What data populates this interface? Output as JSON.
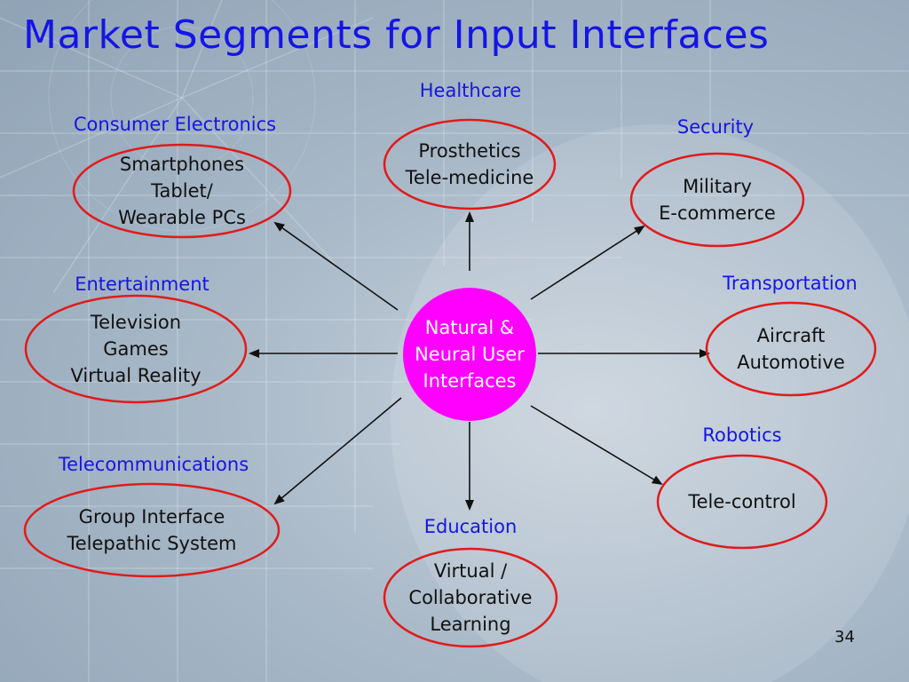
{
  "title": "Market Segments for Input Interfaces",
  "page_number": "34",
  "colors": {
    "title": "#1515e6",
    "category": "#1616e0",
    "ellipse_stroke": "#e01b1b",
    "hub_fill": "#ff00ff",
    "arrow": "#111111"
  },
  "center": {
    "lines": [
      "Natural &",
      "Neural User",
      "Interfaces"
    ]
  },
  "segments": [
    {
      "id": "consumer-electronics",
      "category": "Consumer Electronics",
      "items": [
        "Smartphones",
        "Tablet/",
        "Wearable PCs"
      ]
    },
    {
      "id": "healthcare",
      "category": "Healthcare",
      "items": [
        "Prosthetics",
        "Tele-medicine"
      ]
    },
    {
      "id": "security",
      "category": "Security",
      "items": [
        "Military",
        "E-commerce"
      ]
    },
    {
      "id": "entertainment",
      "category": "Entertainment",
      "items": [
        "Television",
        "Games",
        "Virtual Reality"
      ]
    },
    {
      "id": "transportation",
      "category": "Transportation",
      "items": [
        "Aircraft",
        "Automotive"
      ]
    },
    {
      "id": "telecommunications",
      "category": "Telecommunications",
      "items": [
        "Group Interface",
        "Telepathic System"
      ]
    },
    {
      "id": "education",
      "category": "Education",
      "items": [
        "Virtual /",
        "Collaborative",
        "Learning"
      ]
    },
    {
      "id": "robotics",
      "category": "Robotics",
      "items": [
        "Tele-control"
      ]
    }
  ]
}
